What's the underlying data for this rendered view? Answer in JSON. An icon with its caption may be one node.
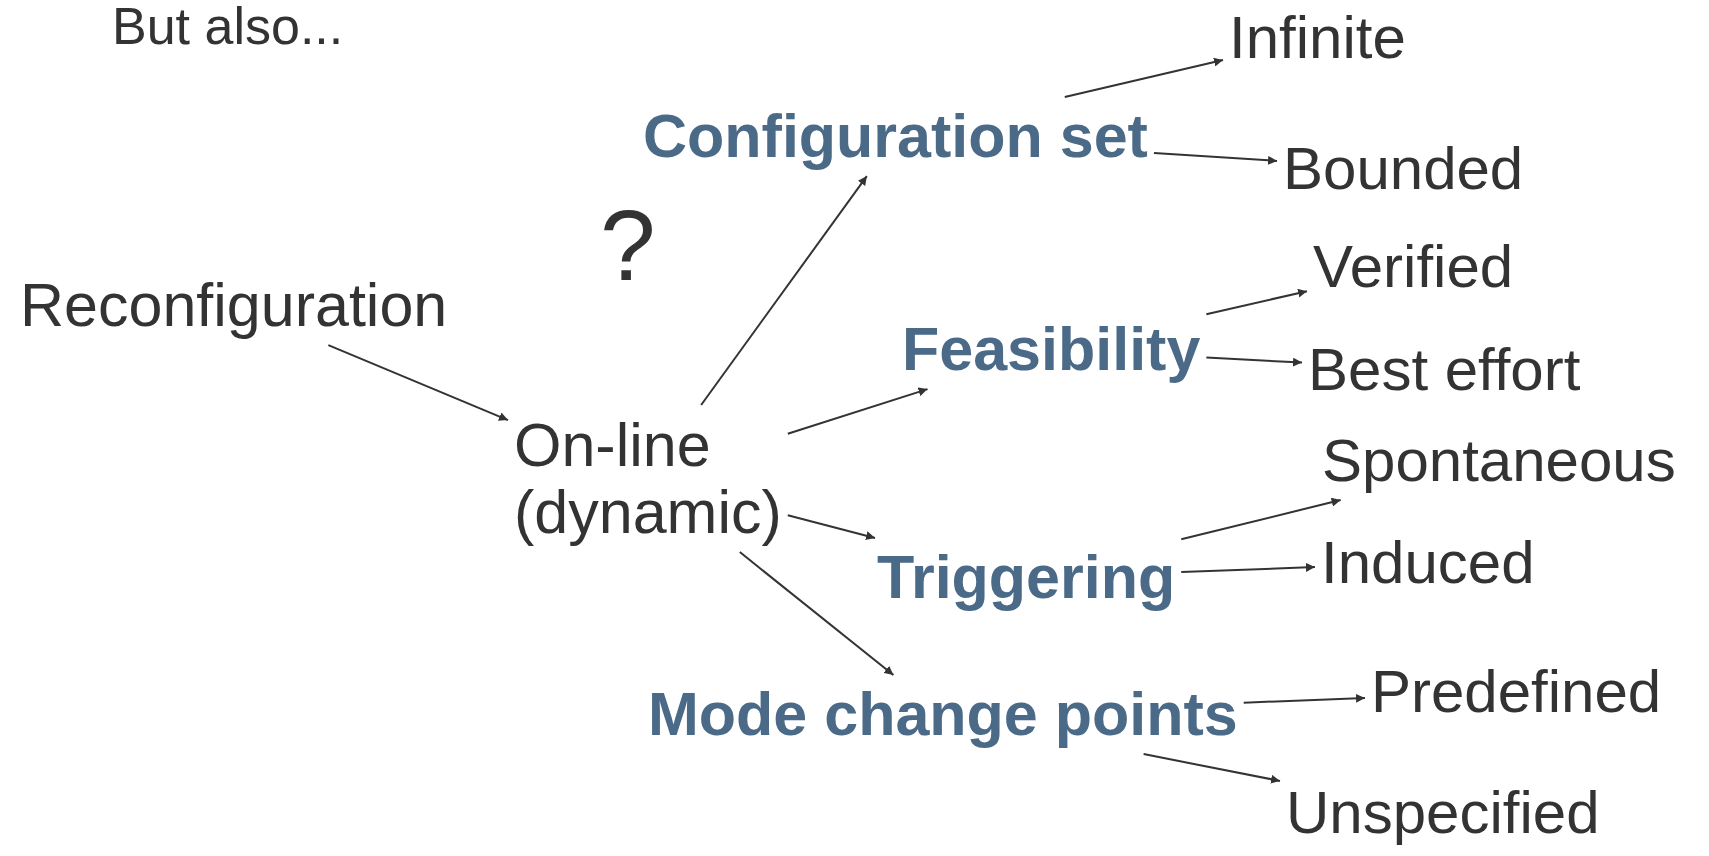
{
  "diagram": {
    "title": "But also...",
    "nodes": [
      {
        "text": [
          "Reconfiguration"
        ]
      },
      {
        "text": [
          "On-line (dynamic)"
        ]
      },
      {
        "text": [
          "Configuration set"
        ]
      },
      {
        "text": [
          "Feasibility"
        ]
      },
      {
        "text": [
          "Triggering"
        ]
      },
      {
        "text": [
          "Mode change points"
        ]
      },
      {
        "text": [
          "Infinite"
        ]
      },
      {
        "text": [
          "Bounded"
        ]
      },
      {
        "text": [
          "Verified"
        ]
      },
      {
        "text": [
          "Best effort"
        ]
      },
      {
        "text": [
          "Spontaneous"
        ]
      },
      {
        "text": [
          "Induced"
        ]
      },
      {
        "text": [
          "Predefined"
        ]
      },
      {
        "text": [
          "Unspecified"
        ]
      }
    ],
    "edges": [
      {
        "from": 0,
        "to": 1,
        "arrow": "to"
      },
      {
        "from": 1,
        "to": 2,
        "arrow": "to"
      },
      {
        "from": 1,
        "to": 3,
        "arrow": "to"
      },
      {
        "from": 1,
        "to": 4,
        "arrow": "to"
      },
      {
        "from": 1,
        "to": 5,
        "arrow": "to"
      },
      {
        "from": 2,
        "to": 6,
        "arrow": "to"
      },
      {
        "from": 2,
        "to": 7,
        "arrow": "to"
      },
      {
        "from": 3,
        "to": 8,
        "arrow": "to"
      },
      {
        "from": 3,
        "to": 9,
        "arrow": "to"
      },
      {
        "from": 4,
        "to": 10,
        "arrow": "to"
      },
      {
        "from": 4,
        "to": 11,
        "arrow": "to"
      },
      {
        "from": 5,
        "to": 12,
        "arrow": "to"
      },
      {
        "from": 5,
        "to": 13,
        "arrow": "to"
      }
    ],
    "labels": [
      "?"
    ]
  }
}
